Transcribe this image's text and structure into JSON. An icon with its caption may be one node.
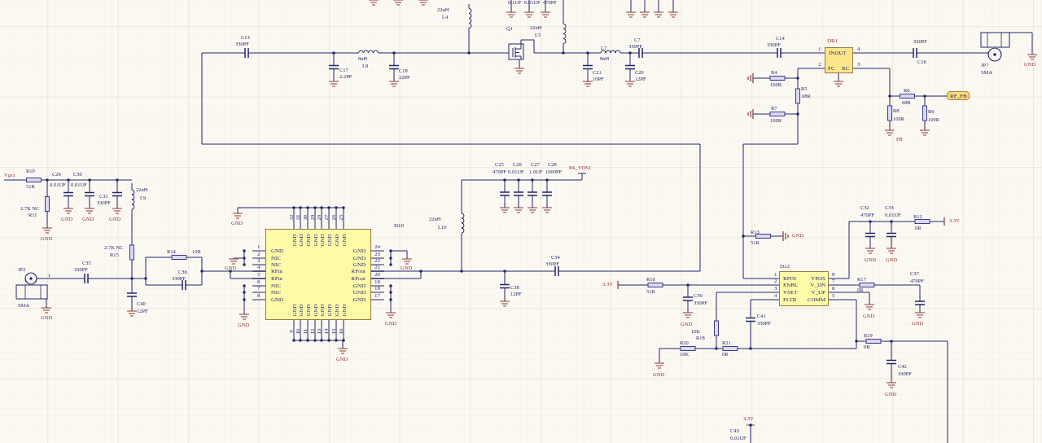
{
  "diagram": {
    "nodes": [
      {
        "text": [
          "D10",
          "GND",
          "NIC",
          "NIC",
          "RFin",
          "RFin",
          "NIC",
          "NIC",
          "GND",
          "GND",
          "GND",
          "GND",
          "RFout",
          "RFout",
          "GND",
          "GND",
          "GND",
          "GND",
          "GND",
          "GND",
          "GND",
          "GND",
          "GND",
          "GND",
          "GND",
          "GND",
          "GND",
          "GND",
          "GND",
          "GND",
          "GND",
          "GND",
          "GND",
          "1",
          "2",
          "3",
          "4",
          "5",
          "6",
          "7",
          "8",
          "24",
          "23",
          "22",
          "21",
          "20",
          "19",
          "18",
          "17",
          "32",
          "31",
          "30",
          "29",
          "28",
          "27",
          "26",
          "25",
          "9",
          "10",
          "11",
          "12",
          "13",
          "14",
          "15",
          "16"
        ]
      },
      {
        "text": [
          "D12",
          "RFIN",
          "ENBL",
          "VSET",
          "FLTR",
          "VPOS",
          "V_DN",
          "V_UP",
          "COMM",
          "1",
          "2",
          "3",
          "4",
          "8",
          "7",
          "6",
          "5"
        ]
      },
      {
        "text": [
          "DR1",
          "INOUT",
          "FC",
          "RC",
          "1",
          "4",
          "2",
          "3"
        ]
      },
      {
        "text": [
          "RF_FB"
        ]
      }
    ],
    "labels": [
      "0.1UF",
      "0.01UF",
      "470PF",
      "22nH",
      "L4",
      "C13",
      "330PF",
      "Q1",
      "22nH",
      "L5",
      "C7",
      "330PF",
      "C14",
      "330PF",
      "330PF",
      "8nH",
      "L8",
      "L7",
      "8nH",
      "C17",
      "2.2PF",
      "C18",
      "22PF",
      "C21",
      "10PF",
      "C20",
      "12PF",
      "C16",
      "JP7",
      "SMA",
      "GND",
      "R4",
      "100R",
      "R5",
      "68R",
      "R7",
      "100R",
      "R6",
      "68R",
      "R8",
      "100R",
      "R9",
      "100R",
      "FB",
      "C25",
      "C26",
      "C27",
      "C28",
      "PA_VDS1",
      "470PF",
      "0.01UF",
      "1.0UF",
      "1000PF",
      "Vgs1",
      "R10",
      "51R",
      "C29",
      "0.01UF",
      "C30",
      "0.01UF",
      "22nH",
      "L9",
      "C31",
      "330PF",
      "2.7K NC",
      "R11",
      "GND",
      "GND",
      "GND",
      "GND",
      "GND",
      "22nH",
      "L10",
      "JP2",
      "2.7K NC",
      "R15",
      "R14",
      "10R",
      "C35",
      "330PF",
      "1",
      "C34",
      "330PF",
      "GND",
      "GND",
      "C36",
      "330PF",
      "3.3V",
      "R16",
      "51R",
      "C38",
      "12PF",
      "C39",
      "330PF",
      "SMA",
      "C40",
      "12PF",
      "GND",
      "GND",
      "GND",
      "GND",
      "10K",
      "R18",
      "GND",
      "R20",
      "10K",
      "GND",
      "R21",
      "0R",
      "C41",
      "330PF",
      "R13",
      "51R",
      "GND",
      "C32",
      "470PF",
      "C33",
      "0.01UF",
      "R12",
      "0R",
      "3.3V",
      "GND",
      "GND",
      "R17",
      "0R",
      "C37",
      "470PF",
      "GND",
      "GND",
      "R19",
      "0R",
      "C42",
      "330PF",
      "GND",
      "3.3V",
      "C43",
      "0.01UF"
    ]
  }
}
